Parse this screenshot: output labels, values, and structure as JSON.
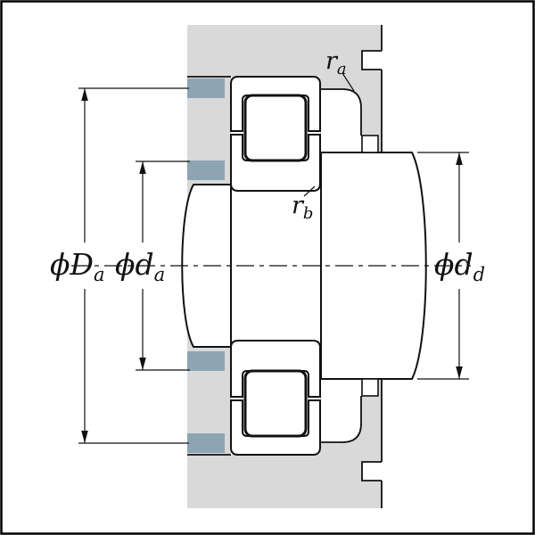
{
  "diagram": {
    "kind": "bearing-mounting-cross-section",
    "description": "Cylindrical roller bearing mounted in housing with shaft, showing abutment and fillet dimensions"
  },
  "colors": {
    "housing": "#d9d9d9",
    "fit_zone": "#8da4b2",
    "line": "#111111",
    "background": "#ffffff"
  },
  "labels": {
    "Da": {
      "main": "ϕD",
      "sub": "a"
    },
    "da": {
      "main": "ϕd",
      "sub": "a"
    },
    "dd": {
      "main": "ϕd",
      "sub": "d"
    },
    "ra": {
      "main": "r",
      "sub": "a"
    },
    "rb": {
      "main": "r",
      "sub": "b"
    }
  }
}
